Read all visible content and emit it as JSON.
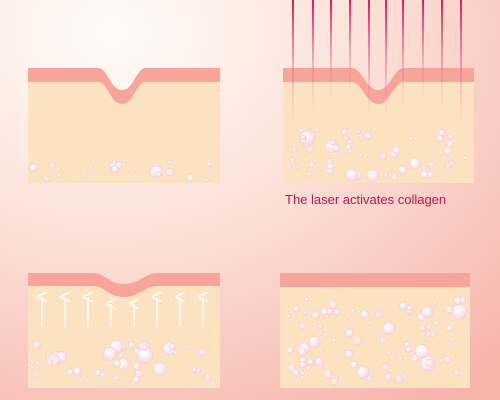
{
  "caption": "The laser activates collagen",
  "colors": {
    "background_light": "#fffaf5",
    "background_pink": "#f7bdb4",
    "skin_top_layer": "#f7a49a",
    "dermis": "#fde2c2",
    "collagen_bubble": "#fdeef0",
    "laser_beam": "#c2185b",
    "caption_text": "#b8184c",
    "arrow": "#ffffff"
  },
  "panels": [
    {
      "id": "wrinkle",
      "feature": "deep-wrinkle"
    },
    {
      "id": "laser",
      "feature": "laser-beams-on-wrinkle"
    },
    {
      "id": "regeneration",
      "feature": "upward-arrows-shallower-wrinkle"
    },
    {
      "id": "smooth",
      "feature": "flat-skin"
    }
  ]
}
